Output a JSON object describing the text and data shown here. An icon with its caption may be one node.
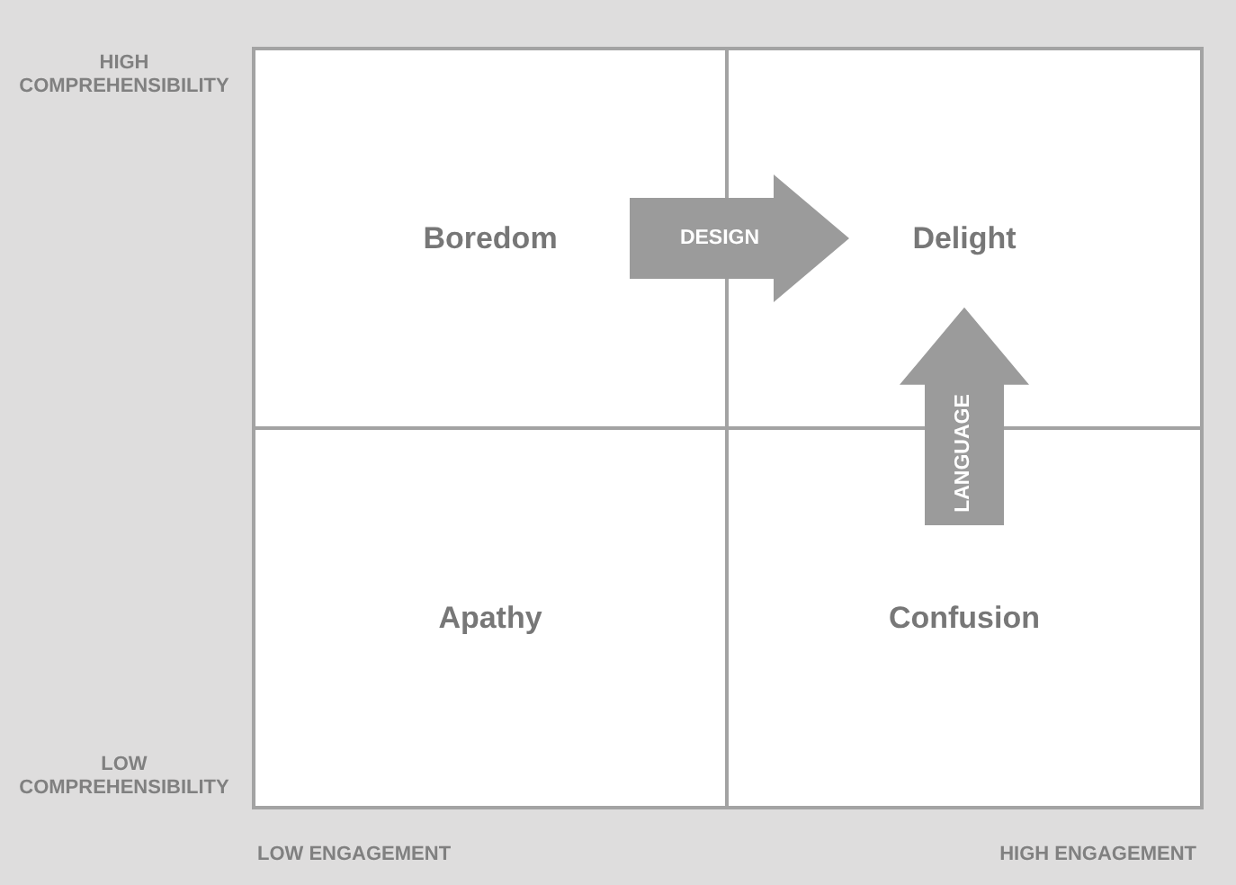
{
  "diagram": {
    "nodes": [
      {
        "text": [
          "Boredom"
        ]
      },
      {
        "text": [
          "Delight"
        ]
      },
      {
        "text": [
          "Apathy"
        ]
      },
      {
        "text": [
          "Confusion"
        ]
      }
    ],
    "edges": [
      {
        "from": 0,
        "to": 1,
        "arrow": "to",
        "label": "DESIGN"
      },
      {
        "from": 3,
        "to": 1,
        "arrow": "to",
        "label": "LANGUAGE"
      }
    ],
    "labels": [
      "HIGH COMPREHENSIBILITY",
      "LOW COMPREHENSIBILITY",
      "LOW ENGAGEMENT",
      "HIGH ENGAGEMENT"
    ]
  }
}
